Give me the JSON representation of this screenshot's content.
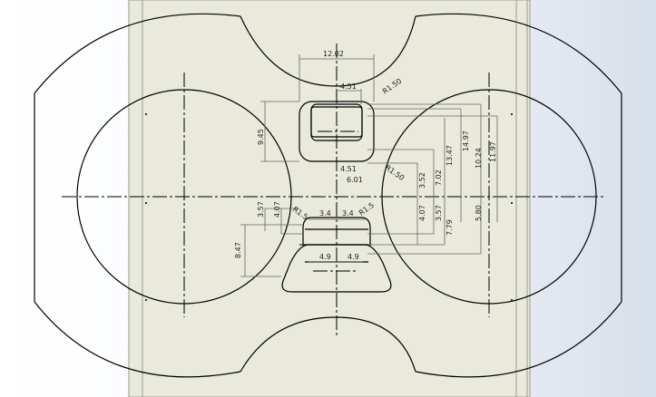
{
  "drawing": {
    "colors": {
      "sheet": "#e9e9dc",
      "sheet_border": "#9b9b8f",
      "background_left": "#ffffff",
      "background_right": "#dbe3ee",
      "geometry": "#000000",
      "dimension": "#555555",
      "centerline": "#000000"
    },
    "dimensions": {
      "top_width": "12.02",
      "top_slot_width": "4.51",
      "top_radius": "R1.50",
      "top_height_left": "9.45",
      "top_slot_width_bottom": "4.51",
      "top_offset": "6.01",
      "bottom_radius_right": "R1.50",
      "v_3_52": "3.52",
      "v_7_02": "7.02",
      "v_13_47": "13.47",
      "v_14_97": "14.97",
      "v_10_24": "10.24",
      "v_11_97": "11.97",
      "left_3_57": "3.57",
      "left_4_07": "4.07",
      "radius_left_small": "R1.5",
      "mid_3_4_left": "3.4",
      "mid_3_4_right": "3.4",
      "radius_right_small": "R1.5",
      "right_4_07": "4.07",
      "right_3_57": "3.57",
      "right_7_79": "7.79",
      "right_5_80": "5.80",
      "left_8_47": "8.47",
      "bottom_4_9_left": "4.9",
      "bottom_4_9_right": "4.9"
    }
  }
}
